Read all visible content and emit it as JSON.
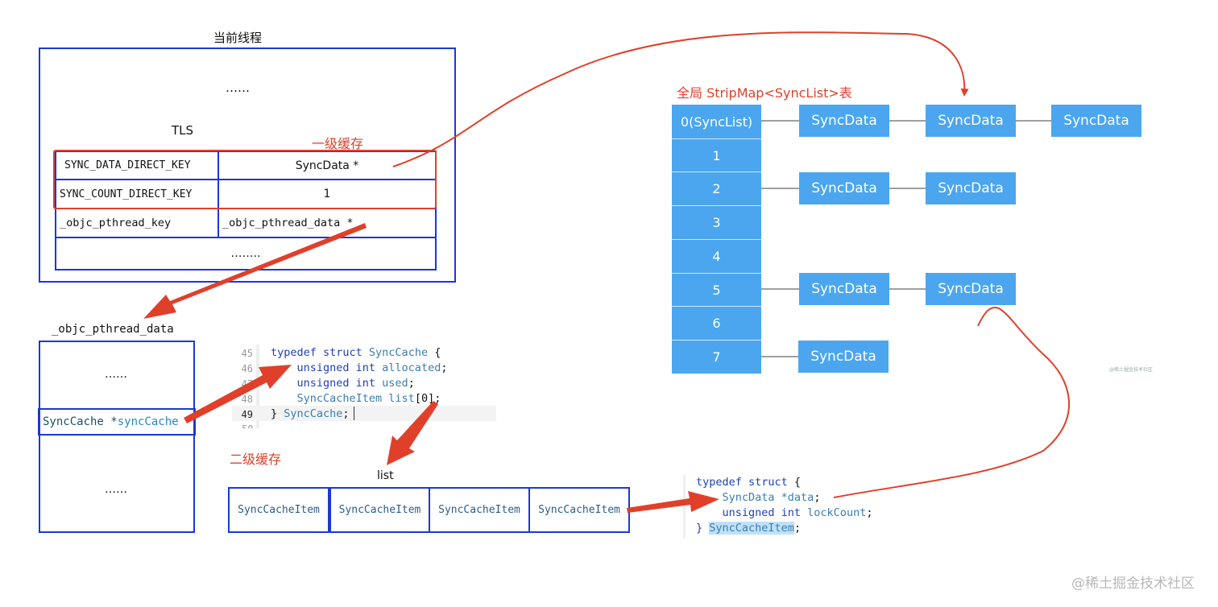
{
  "left": {
    "thread_title": "当前线程",
    "top_dots": "……",
    "tls_label": "TLS",
    "level1_cache": "一级缓存",
    "rows": [
      {
        "key": "SYNC_DATA_DIRECT_KEY",
        "value": "SyncData *"
      },
      {
        "key": "SYNC_COUNT_DIRECT_KEY",
        "value": "1"
      },
      {
        "key": "_objc_pthread_key",
        "value": "_objc_pthread_data *"
      }
    ],
    "bottom_dots": "……..",
    "pthread_data_title": "_objc_pthread_data",
    "pd_top_dots": "……",
    "pd_field_type": "SyncCache *",
    "pd_field_name": "syncCache",
    "pd_bottom_dots": "……"
  },
  "synccache_code": {
    "lines": [
      {
        "no": "45",
        "parts": [
          {
            "t": "typedef struct ",
            "c": "kw"
          },
          {
            "t": "SyncCache",
            "c": "ty"
          },
          {
            "t": " {",
            "c": ""
          }
        ]
      },
      {
        "no": "46",
        "parts": [
          {
            "t": "    unsigned int ",
            "c": "kw"
          },
          {
            "t": "allocated",
            "c": "ty"
          },
          {
            "t": ";",
            "c": ""
          }
        ]
      },
      {
        "no": "47",
        "parts": [
          {
            "t": "    unsigned int ",
            "c": "kw"
          },
          {
            "t": "used",
            "c": "ty"
          },
          {
            "t": ";",
            "c": ""
          }
        ]
      },
      {
        "no": "48",
        "parts": [
          {
            "t": "    SyncCacheItem list",
            "c": "ty"
          },
          {
            "t": "[0];",
            "c": ""
          }
        ]
      },
      {
        "no": "49",
        "parts": [
          {
            "t": "} ",
            "c": ""
          },
          {
            "t": "SyncCache",
            "c": "ty"
          },
          {
            "t": ";",
            "c": ""
          }
        ]
      }
    ]
  },
  "level2": {
    "label": "二级缓存",
    "list_label": "list",
    "items": [
      "SyncCacheItem",
      "SyncCacheItem",
      "SyncCacheItem",
      "SyncCacheItem"
    ]
  },
  "item_code": {
    "lines": [
      [
        {
          "t": "typedef struct ",
          "c": "kw"
        },
        {
          "t": "{",
          "c": ""
        }
      ],
      [
        {
          "t": "    SyncData ",
          "c": "ty"
        },
        {
          "t": "*data",
          "c": "ty"
        },
        {
          "t": ";",
          "c": ""
        }
      ],
      [
        {
          "t": "    unsigned int ",
          "c": "kw"
        },
        {
          "t": "lockCount",
          "c": "ty"
        },
        {
          "t": ";",
          "c": ""
        }
      ],
      [
        {
          "t": "} ",
          "c": "kw"
        },
        {
          "t": "SyncCacheItem",
          "c": "hl"
        },
        {
          "t": ";",
          "c": ""
        }
      ]
    ]
  },
  "stripmap": {
    "title": "全局 StripMap<SyncList>表",
    "cells": [
      "0(SyncList)",
      "1",
      "2",
      "3",
      "4",
      "5",
      "6",
      "7"
    ],
    "chains": [
      {
        "row": 0,
        "items": [
          "SyncData",
          "SyncData",
          "SyncData"
        ]
      },
      {
        "row": 2,
        "items": [
          "SyncData",
          "SyncData"
        ]
      },
      {
        "row": 5,
        "items": [
          "SyncData",
          "SyncData"
        ]
      },
      {
        "row": 7,
        "items": [
          "SyncData"
        ]
      }
    ],
    "faint_note": "@稀土掘金技术社区"
  },
  "watermark": "@稀土掘金技术社区",
  "colors": {
    "blue_border": "#1a39d6",
    "red": "#e0402a",
    "cell_blue": "#4ba6ef"
  }
}
